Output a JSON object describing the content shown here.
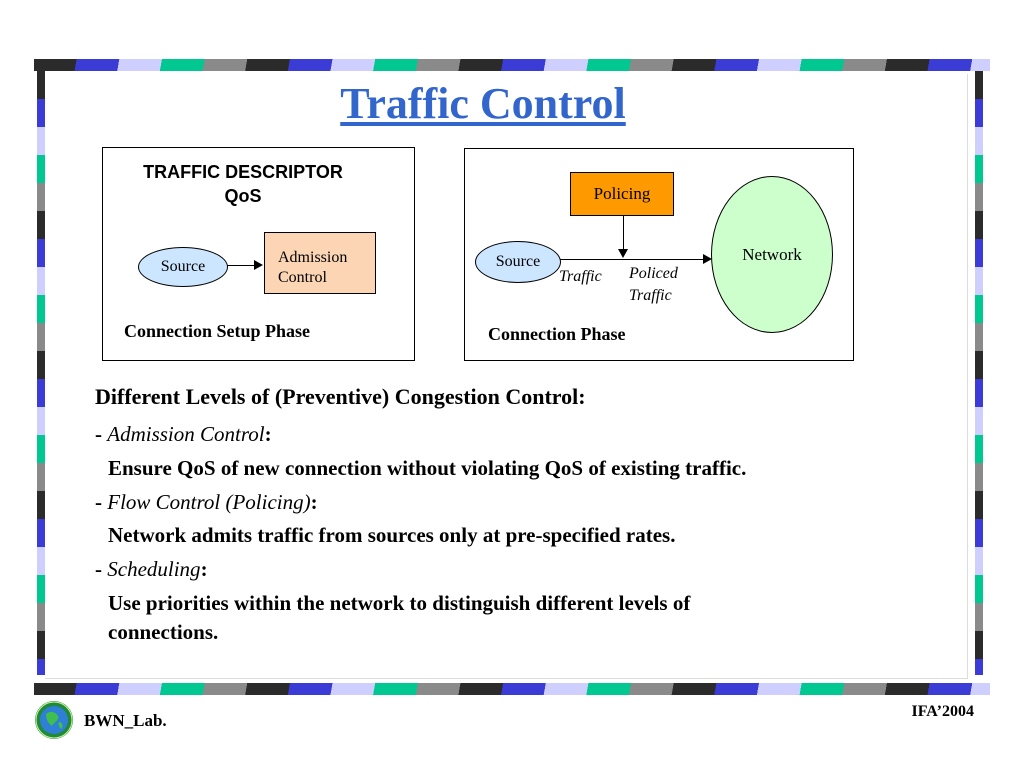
{
  "slide": {
    "title": "Traffic Control"
  },
  "diagram_left": {
    "header_line1": "TRAFFIC DESCRIPTOR",
    "header_line2": "QoS",
    "source_label": "Source",
    "box_line1": "Admission",
    "box_line2": "Control",
    "caption": "Connection Setup Phase",
    "colors": {
      "source_fill": "#cde6ff",
      "box_fill": "#fcd5b4"
    }
  },
  "diagram_right": {
    "policing_label": "Policing",
    "source_label": "Source",
    "network_label": "Network",
    "traffic_label": "Traffic",
    "policed_line1": "Policed",
    "policed_line2": "Traffic",
    "caption": "Connection Phase",
    "colors": {
      "source_fill": "#cde6ff",
      "policing_fill": "#ff9900",
      "network_fill": "#ccffcc"
    }
  },
  "content": {
    "heading": "Different Levels of (Preventive) Congestion Control:",
    "items": [
      {
        "dash": "- ",
        "term": "Admission Control",
        "colon": ":",
        "desc": "Ensure QoS of new connection without violating QoS of existing traffic."
      },
      {
        "dash": "- ",
        "term": "Flow Control (Policing)",
        "colon": ":",
        "desc": "Network admits traffic from sources only at pre-specified rates."
      },
      {
        "dash": "- ",
        "term": "Scheduling",
        "colon": ":",
        "desc_line1": "Use priorities within the network to distinguish different levels of",
        "desc_line2": "connections."
      }
    ]
  },
  "footer": {
    "left_label": "BWN_Lab.",
    "right_label": "IFA’2004"
  },
  "border_colors": [
    "#2b2b2b",
    "#3b3bd6",
    "#cfcfff",
    "#00c890",
    "#8a8a8a"
  ]
}
